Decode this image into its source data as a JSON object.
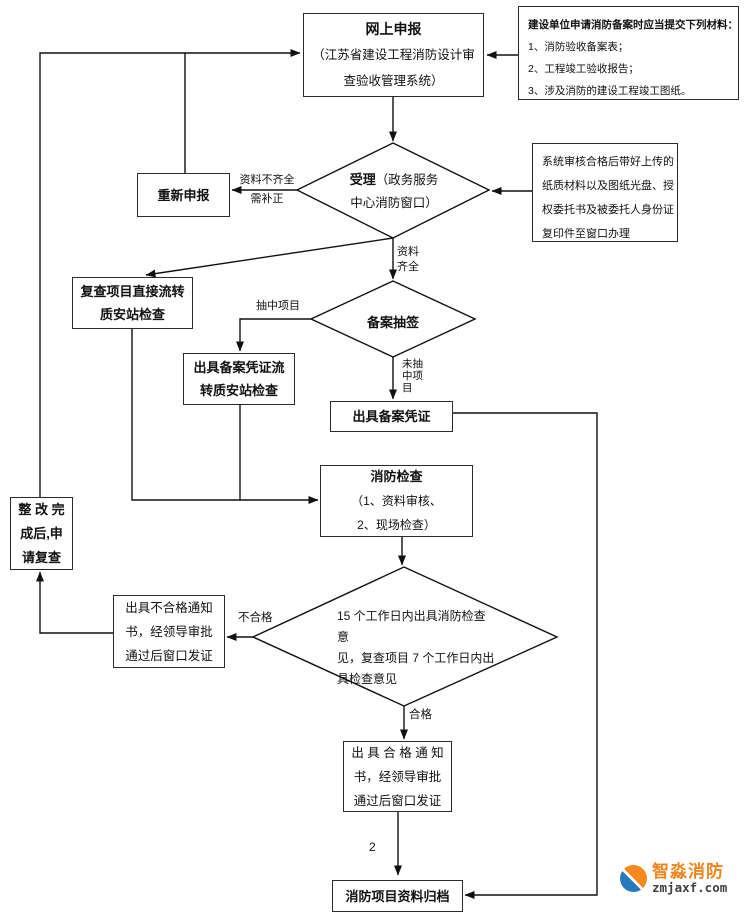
{
  "page": {
    "background": "#ffffff",
    "line_color": "#111111"
  },
  "nodes": {
    "online_apply": {
      "title": "网上申报",
      "subtitle_line1": "（江苏省建设工程消防设计审",
      "subtitle_line2": "查验收管理系统）"
    },
    "materials_note": {
      "heading": "建设单位申请消防备案时应当提交下列材料：",
      "items": [
        "1、消防验收备案表；",
        "2、工程竣工验收报告；",
        "3、涉及消防的建设工程竣工图纸。"
      ]
    },
    "reapply": {
      "label": "重新申报"
    },
    "accept": {
      "title": "受理",
      "rest_line1": "（政务服务",
      "line2": "中心消防窗口）"
    },
    "system_note": {
      "lines": [
        "系统审核合格后带好上传的",
        "纸质材料以及图纸光盘、授",
        "权委托书及被委托人身份证",
        "复印件至窗口办理"
      ]
    },
    "recheck_direct": {
      "line1": "复查项目直接流转",
      "line2": "质安站检查"
    },
    "lottery": {
      "label": "备案抽签"
    },
    "issue_cert_transfer": {
      "line1": "出具备案凭证流",
      "line2": "转质安站检查"
    },
    "issue_cert": {
      "label": "出具备案凭证"
    },
    "fire_check": {
      "title": "消防检查",
      "line1": "（1、资料审核、",
      "line2": "2、现场检查）"
    },
    "opinion_decision": {
      "lines": [
        "15 个工作日内出具消防检查意",
        "见，复查项目 7 个工作日内出",
        "具检查意见"
      ]
    },
    "fail_notice": {
      "lines": [
        "出具不合格通知",
        "书，经领导审批",
        "通过后窗口发证"
      ]
    },
    "rectify": {
      "lines": [
        "整 改 完",
        "成后,申",
        "请复查"
      ]
    },
    "pass_notice": {
      "lines": [
        "出 具 合 格 通 知",
        "书，经领导审批",
        "通过后窗口发证"
      ]
    },
    "archive": {
      "label": "消防项目资料归档"
    }
  },
  "edge_labels": {
    "incomplete_line1": "资料不齐全",
    "incomplete_line2": "需补正",
    "complete_line1": "资料",
    "complete_line2": "齐全",
    "selected": "抽中项目",
    "not_selected_line1": "未抽",
    "not_selected_line2": "中项",
    "not_selected_line3": "目",
    "fail": "不合格",
    "pass": "合格"
  },
  "page_number": "2",
  "logo": {
    "name": "智淼消防",
    "domain": "zmjaxf.com",
    "orange": "#f0851c",
    "blue": "#2779bd",
    "domain_color": "#3f3f3f"
  }
}
